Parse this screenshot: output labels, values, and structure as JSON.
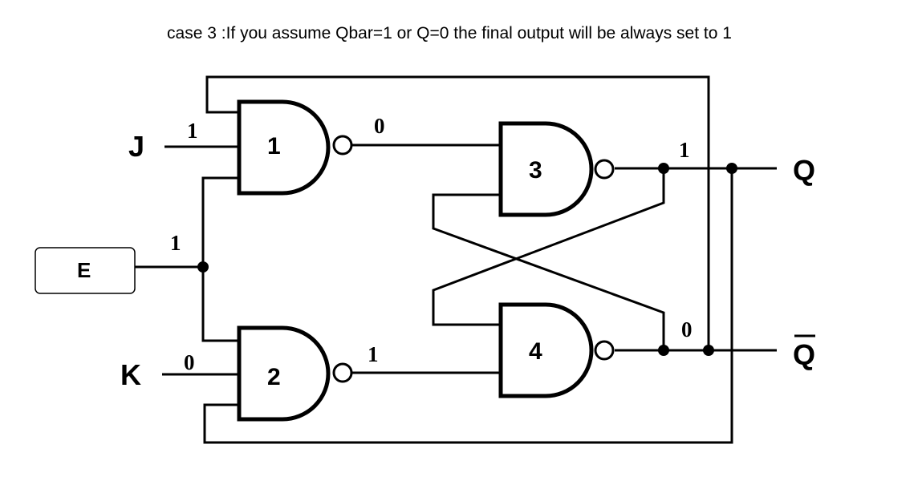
{
  "caption": "case 3 :If you assume Qbar=1 or Q=0 the final output will be always set to 1",
  "gates": {
    "g1": "1",
    "g2": "2",
    "g3": "3",
    "g4": "4"
  },
  "ports": {
    "j": "J",
    "k": "K",
    "q": "Q",
    "qbar": "Q",
    "enable": "E"
  },
  "signals": {
    "j_in": "1",
    "enable_in": "1",
    "k_in": "0",
    "g1_out": "0",
    "g2_out": "1",
    "q_out": "1",
    "qbar_out": "0"
  }
}
